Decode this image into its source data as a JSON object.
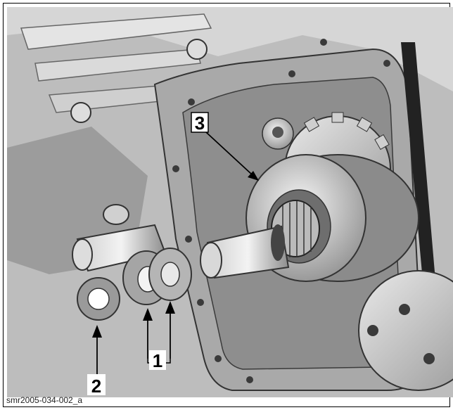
{
  "figure": {
    "caption": "smr2005-034-002_a",
    "callouts": {
      "washer_pair": "1",
      "single_washer": "2",
      "starter_gear": "3"
    }
  }
}
